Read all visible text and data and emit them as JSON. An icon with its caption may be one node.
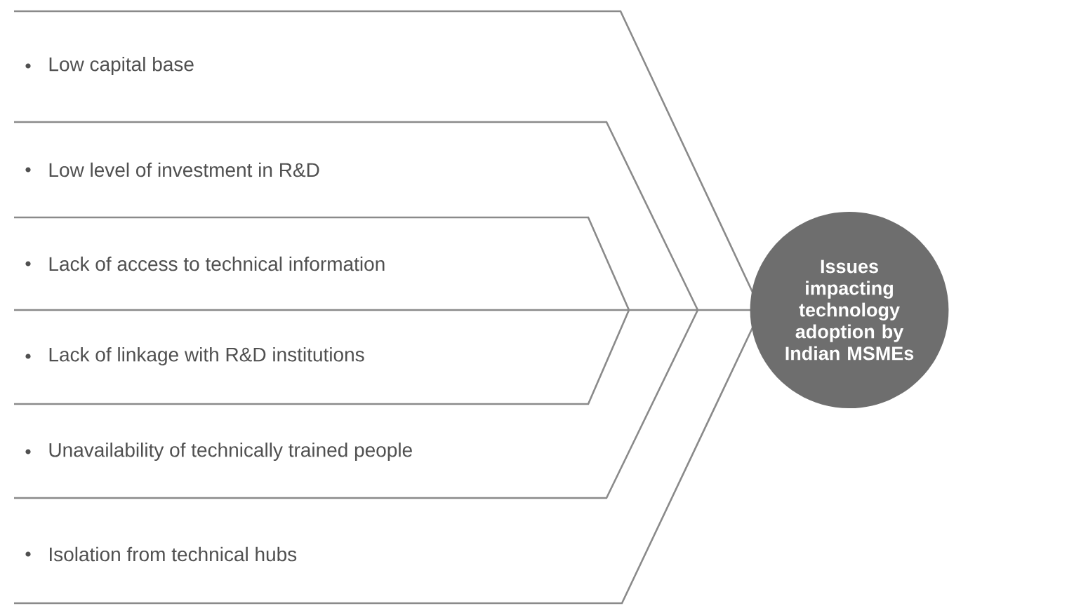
{
  "diagram": {
    "nodes": [
      {
        "text": [
          "Low capital base"
        ]
      },
      {
        "text": [
          "Low level of investment in R&D"
        ]
      },
      {
        "text": [
          "Lack of access to technical information"
        ]
      },
      {
        "text": [
          "Lack of linkage with R&D institutions"
        ]
      },
      {
        "text": [
          "Unavailability of technically trained people"
        ]
      },
      {
        "text": [
          "Isolation from technical hubs"
        ]
      },
      {
        "text": [
          "Issues impacting technology adoption by Indian MSMEs"
        ]
      }
    ]
  }
}
